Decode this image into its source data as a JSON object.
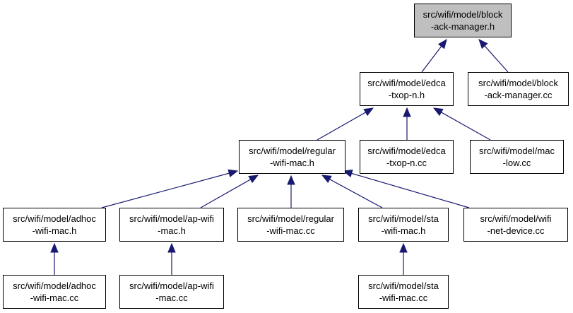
{
  "colors": {
    "edge": "#191970",
    "root_fill": "#bfbfbf",
    "node_fill": "#ffffff",
    "border": "#000000"
  },
  "nodes": {
    "block_ack_manager_h": {
      "line1": "src/wifi/model/block",
      "line2": "-ack-manager.h"
    },
    "edca_txop_n_h": {
      "line1": "src/wifi/model/edca",
      "line2": "-txop-n.h"
    },
    "block_ack_manager_cc": {
      "line1": "src/wifi/model/block",
      "line2": "-ack-manager.cc"
    },
    "regular_wifi_mac_h": {
      "line1": "src/wifi/model/regular",
      "line2": "-wifi-mac.h"
    },
    "edca_txop_n_cc": {
      "line1": "src/wifi/model/edca",
      "line2": "-txop-n.cc"
    },
    "mac_low_cc": {
      "line1": "src/wifi/model/mac",
      "line2": "-low.cc"
    },
    "adhoc_wifi_mac_h": {
      "line1": "src/wifi/model/adhoc",
      "line2": "-wifi-mac.h"
    },
    "ap_wifi_mac_h": {
      "line1": "src/wifi/model/ap-wifi",
      "line2": "-mac.h"
    },
    "regular_wifi_mac_cc": {
      "line1": "src/wifi/model/regular",
      "line2": "-wifi-mac.cc"
    },
    "sta_wifi_mac_h": {
      "line1": "src/wifi/model/sta",
      "line2": "-wifi-mac.h"
    },
    "wifi_net_device_cc": {
      "line1": "src/wifi/model/wifi",
      "line2": "-net-device.cc"
    },
    "adhoc_wifi_mac_cc": {
      "line1": "src/wifi/model/adhoc",
      "line2": "-wifi-mac.cc"
    },
    "ap_wifi_mac_cc": {
      "line1": "src/wifi/model/ap-wifi",
      "line2": "-mac.cc"
    },
    "sta_wifi_mac_cc": {
      "line1": "src/wifi/model/sta",
      "line2": "-wifi-mac.cc"
    }
  },
  "edges": [
    {
      "from": "edca_txop_n_h",
      "to": "block_ack_manager_h"
    },
    {
      "from": "block_ack_manager_cc",
      "to": "block_ack_manager_h"
    },
    {
      "from": "regular_wifi_mac_h",
      "to": "edca_txop_n_h"
    },
    {
      "from": "edca_txop_n_cc",
      "to": "edca_txop_n_h"
    },
    {
      "from": "mac_low_cc",
      "to": "edca_txop_n_h"
    },
    {
      "from": "adhoc_wifi_mac_h",
      "to": "regular_wifi_mac_h"
    },
    {
      "from": "ap_wifi_mac_h",
      "to": "regular_wifi_mac_h"
    },
    {
      "from": "regular_wifi_mac_cc",
      "to": "regular_wifi_mac_h"
    },
    {
      "from": "sta_wifi_mac_h",
      "to": "regular_wifi_mac_h"
    },
    {
      "from": "wifi_net_device_cc",
      "to": "regular_wifi_mac_h"
    },
    {
      "from": "adhoc_wifi_mac_cc",
      "to": "adhoc_wifi_mac_h"
    },
    {
      "from": "ap_wifi_mac_cc",
      "to": "ap_wifi_mac_h"
    },
    {
      "from": "sta_wifi_mac_cc",
      "to": "sta_wifi_mac_h"
    }
  ]
}
